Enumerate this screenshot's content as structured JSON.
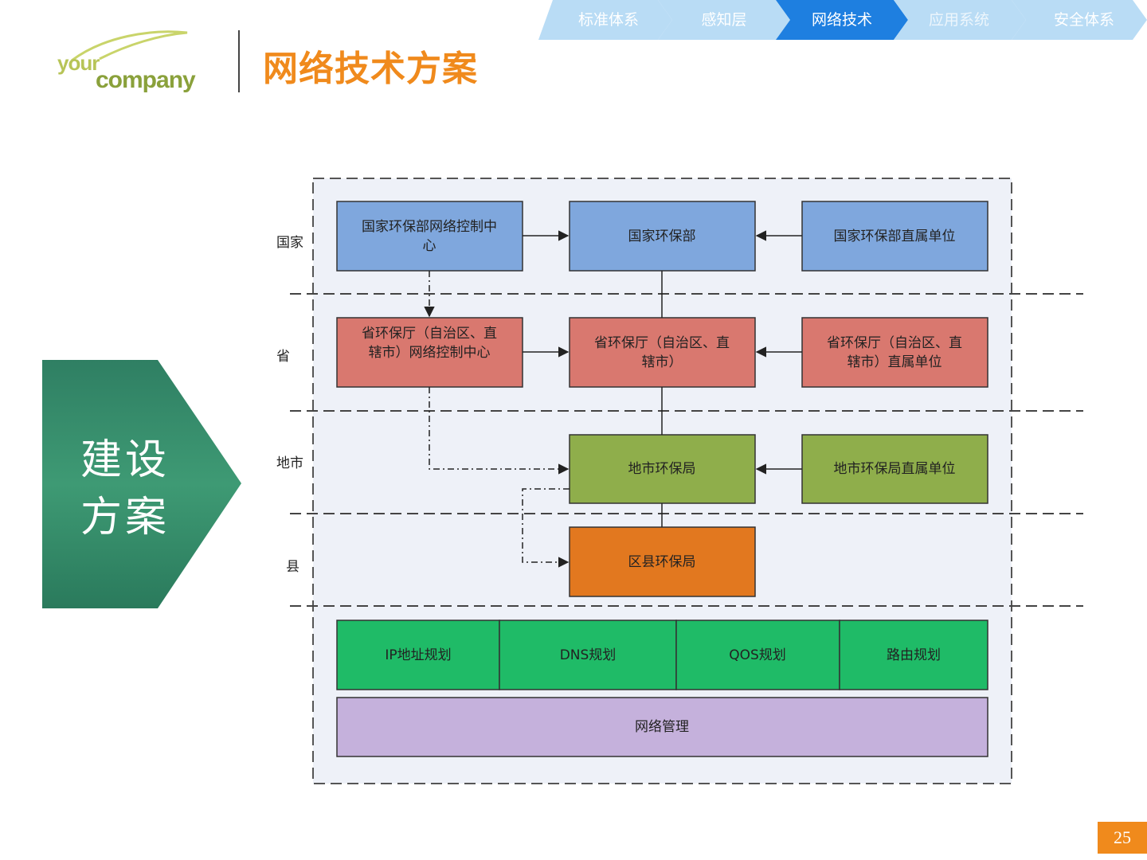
{
  "logo": {
    "word1": "your",
    "word2": "company"
  },
  "page_title": "网络技术方案",
  "nav": [
    {
      "label": "标准体系",
      "active": false
    },
    {
      "label": "感知层",
      "active": false
    },
    {
      "label": "网络技术",
      "active": true
    },
    {
      "label": "应用系统",
      "active": false
    },
    {
      "label": "安全体系",
      "active": false
    }
  ],
  "side_tag": {
    "line1": "建设",
    "line2": "方案"
  },
  "levels": [
    "国家",
    "省",
    "地市",
    "县"
  ],
  "nodes": {
    "nat_ctrl": "国家环保部网络控制中心",
    "nat_ctrl_l1": "国家环保部网络控制中",
    "nat_ctrl_l2": "心",
    "nat": "国家环保部",
    "nat_unit": "国家环保部直属单位",
    "prov_ctrl_l1": "省环保厅（自治区、直",
    "prov_ctrl_l2": "辖市）网络控制中心",
    "prov_l1": "省环保厅（自治区、直",
    "prov_l2": "辖市）",
    "prov_unit_l1": "省环保厅（自治区、直",
    "prov_unit_l2": "辖市）直属单位",
    "city": "地市环保局",
    "city_unit": "地市环保局直属单位",
    "county": "区县环保局"
  },
  "planning": [
    "IP地址规划",
    "DNS规划",
    "QOS规划",
    "路由规划"
  ],
  "management": "网络管理",
  "page_number": "25",
  "colors": {
    "accent_orange": "#f08a1c",
    "nav_blue": "#1e7fe0",
    "nav_light": "#b9dcf5",
    "national_blue": "#7fa7dd",
    "province_red": "#d9786f",
    "city_green": "#8fae4b",
    "county_orange": "#e2781f",
    "plan_green": "#1fbb67",
    "manage_purple": "#c5b1dc",
    "side_green": "#2f8a6e"
  }
}
